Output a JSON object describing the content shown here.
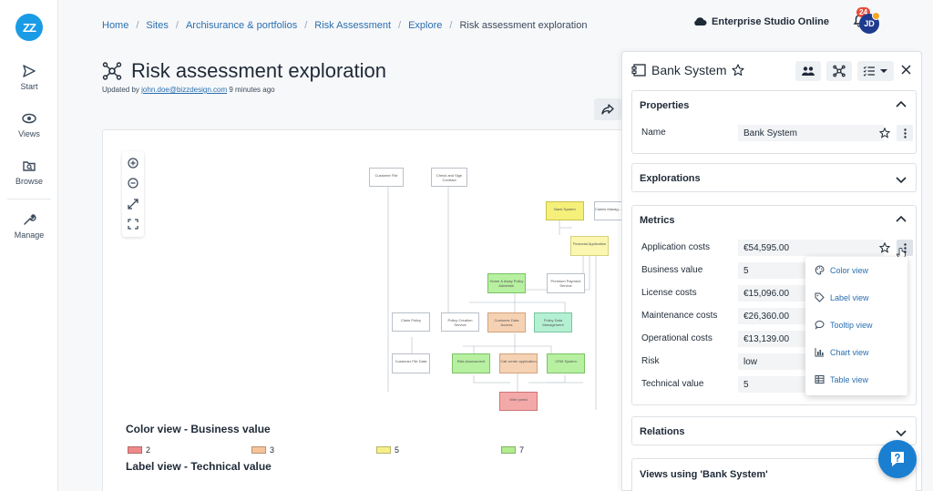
{
  "app": {
    "logo_text": "ZZ"
  },
  "nav": {
    "items": [
      {
        "label": "Start",
        "icon": "send-icon"
      },
      {
        "label": "Views",
        "icon": "eye-icon"
      },
      {
        "label": "Browse",
        "icon": "folder-search-icon"
      },
      {
        "label": "Manage",
        "icon": "wrench-icon"
      }
    ]
  },
  "breadcrumb": {
    "items": [
      "Home",
      "Sites",
      "Archisurance & portfolios",
      "Risk Assessment",
      "Explore"
    ],
    "current": "Risk assessment exploration"
  },
  "header": {
    "studio": "Enterprise Studio Online",
    "notifications": "24",
    "avatar": "JD"
  },
  "page": {
    "title": "Risk assessment exploration",
    "updated_prefix": "Updated by",
    "updated_user": "john.doe@bizzdesign.com",
    "updated_suffix": "9 minutes ago"
  },
  "diagram": {
    "nodes": [
      {
        "label": "Customer File"
      },
      {
        "label": "Check and Sign Contract"
      },
      {
        "label": "Bank System",
        "color": "#f5f07a"
      },
      {
        "label": "Claims Manag..."
      },
      {
        "label": "Financial Application",
        "color": "#fbf6b0"
      },
      {
        "label": "Home & Away Policy Administr.",
        "color": "#b6f0a0"
      },
      {
        "label": "Premium Payment Service"
      },
      {
        "label": "Claim Policy"
      },
      {
        "label": "Policy Creation Service"
      },
      {
        "label": "Customer Data Access",
        "color": "#f6d2b4"
      },
      {
        "label": "Policy Data Management",
        "color": "#b4f0d2"
      },
      {
        "label": "Customer File Data"
      },
      {
        "label": "Risk Assessment",
        "color": "#b6f0a0"
      },
      {
        "label": "Call center application",
        "color": "#f6d2b4"
      },
      {
        "label": "CRM System",
        "color": "#b6f0a0"
      },
      {
        "label": "Web portal",
        "color": "#f4a9a9"
      }
    ]
  },
  "legend": {
    "color_title": "Color view - Business value",
    "label_title": "Label view - Technical value",
    "items": [
      {
        "label": "2",
        "color": "#f08a8a"
      },
      {
        "label": "3",
        "color": "#f6c49a"
      },
      {
        "label": "5",
        "color": "#f6f08a"
      },
      {
        "label": "7",
        "color": "#b2ec8e"
      }
    ]
  },
  "panel": {
    "title": "Bank System",
    "properties": {
      "title": "Properties",
      "name_label": "Name",
      "name_value": "Bank System"
    },
    "explorations": {
      "title": "Explorations"
    },
    "metrics": {
      "title": "Metrics",
      "rows": [
        {
          "label": "Application costs",
          "value": "€54,595.00"
        },
        {
          "label": "Business value",
          "value": "5"
        },
        {
          "label": "License costs",
          "value": "€15,096.00"
        },
        {
          "label": "Maintenance costs",
          "value": "€26,360.00"
        },
        {
          "label": "Operational costs",
          "value": "€13,139.00"
        },
        {
          "label": "Risk",
          "value": "low"
        },
        {
          "label": "Technical value",
          "value": "5"
        }
      ]
    },
    "relations": {
      "title": "Relations"
    },
    "views_using": {
      "title": "Views using 'Bank System'"
    }
  },
  "menu": {
    "items": [
      {
        "label": "Color view",
        "icon": "palette-icon"
      },
      {
        "label": "Label view",
        "icon": "tag-icon"
      },
      {
        "label": "Tooltip view",
        "icon": "speech-bubble-icon"
      },
      {
        "label": "Chart view",
        "icon": "chart-icon"
      },
      {
        "label": "Table view",
        "icon": "table-icon"
      }
    ]
  },
  "colors": {
    "accent": "#1a9be6",
    "link": "#2a6fb0",
    "badge": "#e74c3c"
  }
}
